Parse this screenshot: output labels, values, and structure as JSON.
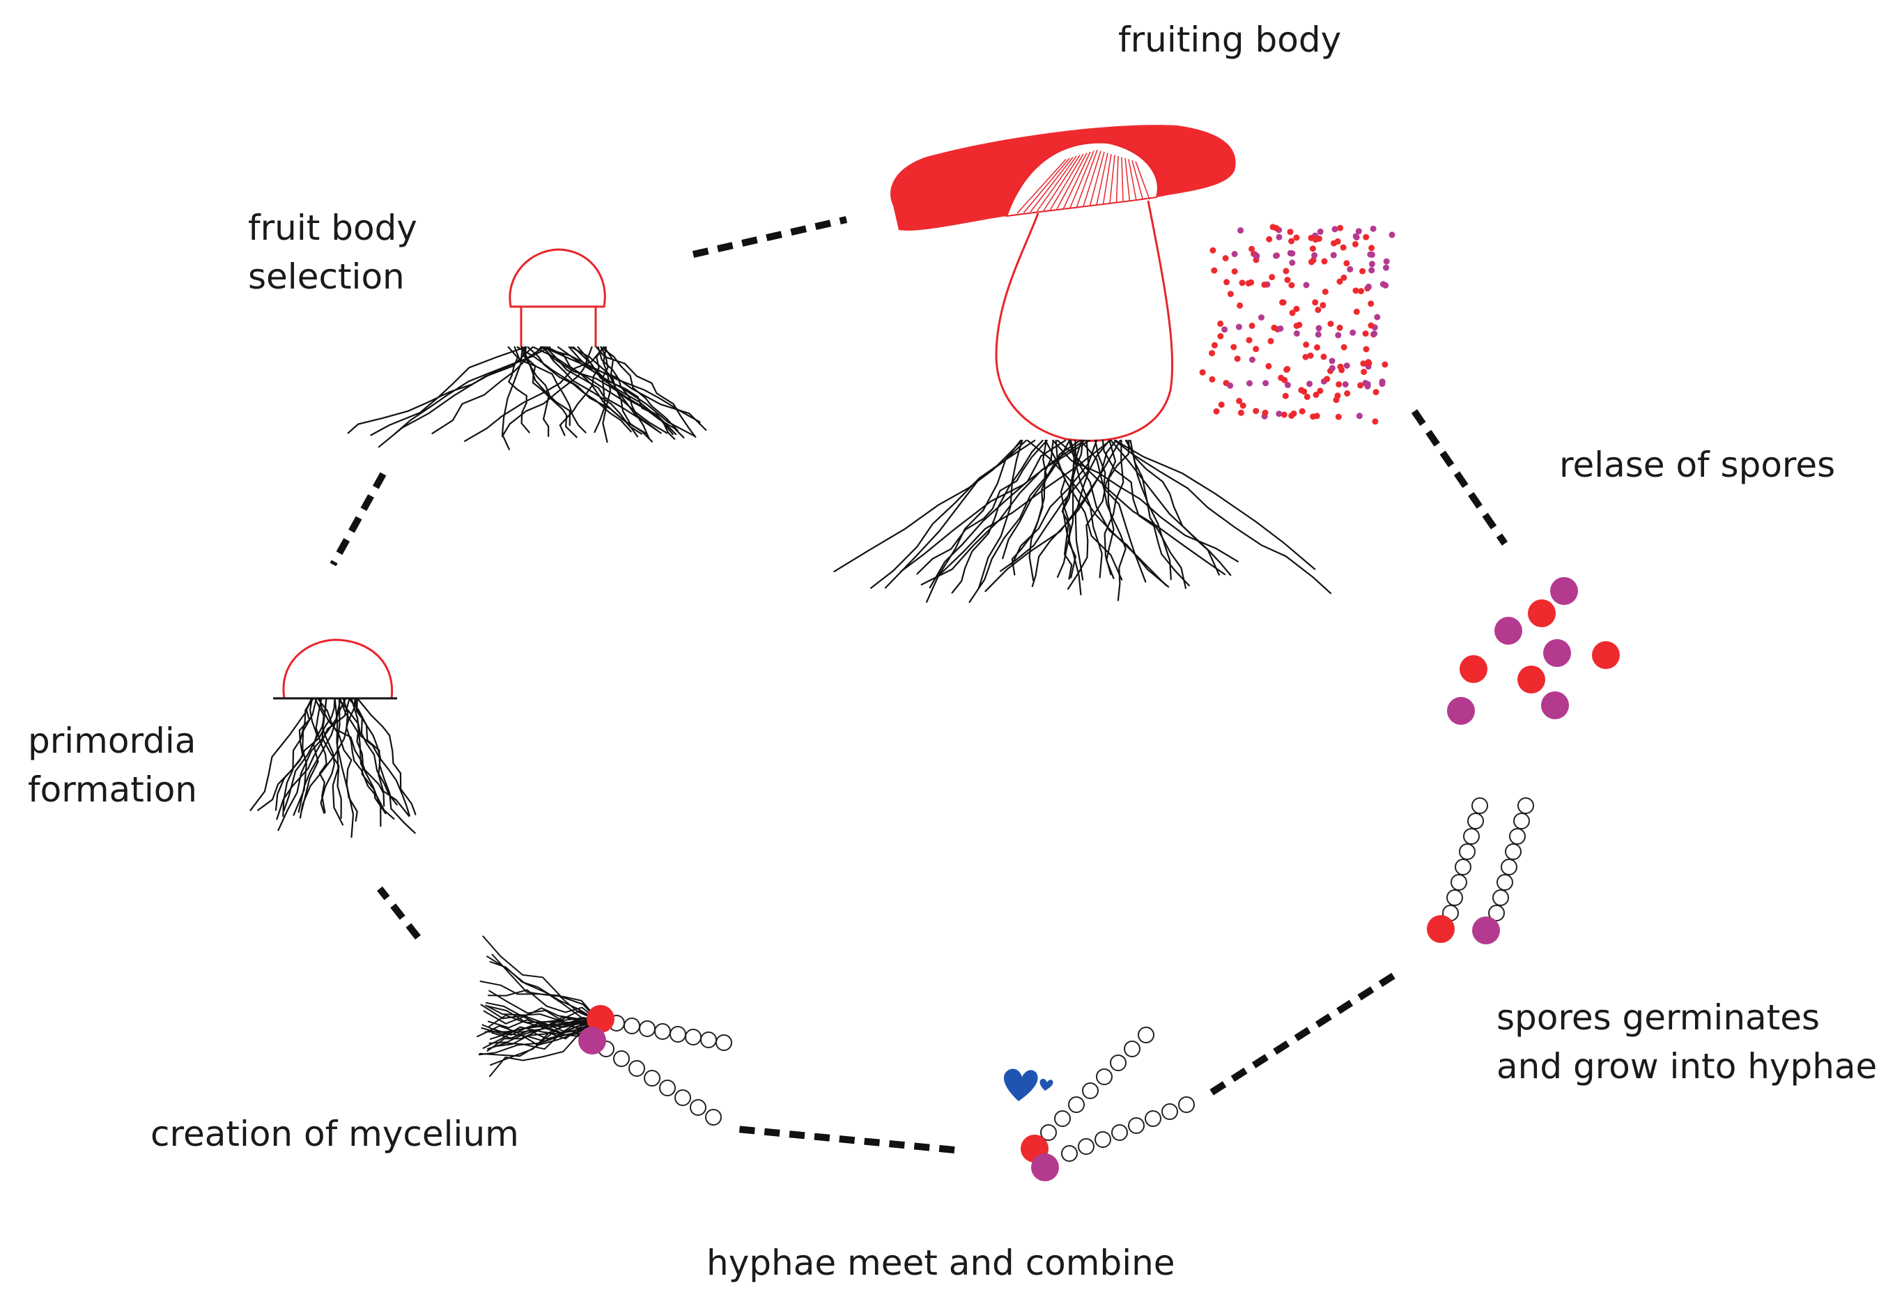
{
  "diagram": {
    "colors": {
      "spore_red": "#ee2a2f",
      "spore_purple": "#b43a8f",
      "outline_red": "#e8252b",
      "mycelium": "#111111",
      "heart_blue": "#1f55b0",
      "dash": "#111111"
    },
    "stages": {
      "fruiting_body": {
        "label": "fruiting body"
      },
      "release_of_spores": {
        "label": "relase of spores"
      },
      "spores_germinate": {
        "line1": "spores germinates",
        "line2": "and grow into hyphae"
      },
      "hyphae_combine": {
        "label": "hyphae meet and combine"
      },
      "mycelium_creation": {
        "label": "creation of mycelium"
      },
      "primordia": {
        "line1": "primordia",
        "line2": "formation"
      },
      "fruit_body_selection": {
        "line1": "fruit body",
        "line2": "selection"
      }
    }
  }
}
